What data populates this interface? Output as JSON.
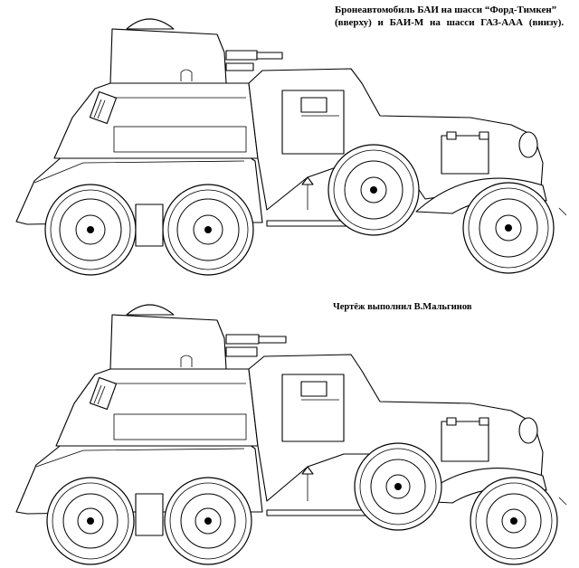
{
  "caption": {
    "line1": "Бронеавтомобиль БАИ на шасси “Форд-Тимкен”",
    "line2": "(вверху) и БАИ-М на шасси ГАЗ-ААА (внизу).",
    "author": "Чертёж выполнил В.Мальгинов"
  }
}
